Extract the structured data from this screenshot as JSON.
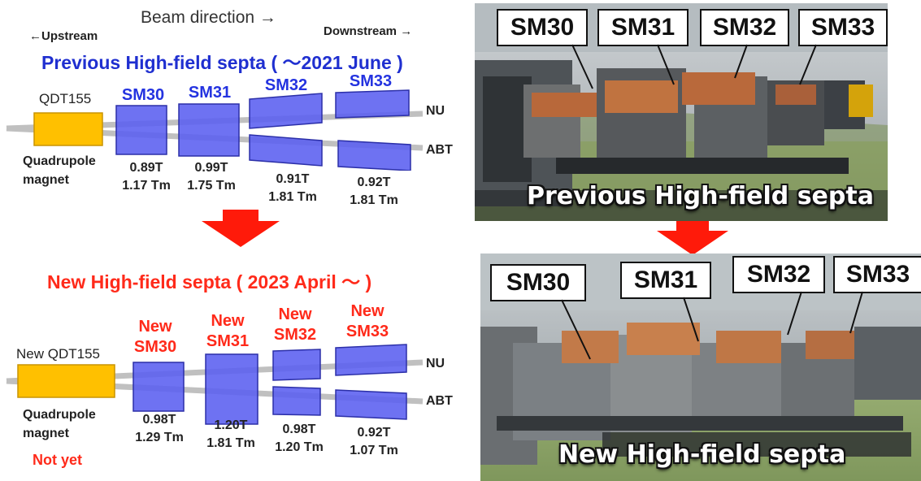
{
  "header": {
    "beam_direction": "Beam direction →",
    "upstream": "←Upstream",
    "downstream": "Downstream →"
  },
  "previous": {
    "title": "Previous High-field septa ( ～2021 June )",
    "quadrupole": {
      "name": "QDT155",
      "label_line1": "Quadrupole",
      "label_line2": "magnet"
    },
    "lines": {
      "nu": "NU",
      "abt": "ABT"
    },
    "magnets": [
      {
        "name": "SM30",
        "field": "0.89T",
        "integral": "1.17 Tm"
      },
      {
        "name": "SM31",
        "field": "0.99T",
        "integral": "1.75 Tm"
      },
      {
        "name": "SM32",
        "field": "0.91T",
        "integral": "1.81 Tm"
      },
      {
        "name": "SM33",
        "field": "0.92T",
        "integral": "1.81 Tm"
      }
    ]
  },
  "new": {
    "title": "New High-field septa ( 2023 April ～ )",
    "quadrupole": {
      "name": "New QDT155",
      "label_line1": "Quadrupole",
      "label_line2": "magnet",
      "status": "Not yet"
    },
    "lines": {
      "nu": "NU",
      "abt": "ABT"
    },
    "magnets": [
      {
        "name_line1": "New",
        "name_line2": "SM30",
        "field": "0.98T",
        "integral": "1.29 Tm"
      },
      {
        "name_line1": "New",
        "name_line2": "SM31",
        "field": "1.20T",
        "integral": "1.81 Tm"
      },
      {
        "name_line1": "New",
        "name_line2": "SM32",
        "field": "0.98T",
        "integral": "1.20 Tm"
      },
      {
        "name_line1": "New",
        "name_line2": "SM33",
        "field": "0.92T",
        "integral": "1.07 Tm"
      }
    ]
  },
  "photos": {
    "previous": {
      "caption": "Previous High-field septa",
      "callouts": [
        "SM30",
        "SM31",
        "SM32",
        "SM33"
      ]
    },
    "new": {
      "caption": "New High-field septa",
      "callouts": [
        "SM30",
        "SM31",
        "SM32",
        "SM33"
      ]
    }
  },
  "colors": {
    "magnet_fill": "#5a5ef0",
    "quadrupole_fill": "#ffc000",
    "arrow_red": "#ff1a0a",
    "beam_line": "#c0c0c0",
    "title_blue": "#1f2fd0",
    "title_red": "#ff2a1a"
  }
}
